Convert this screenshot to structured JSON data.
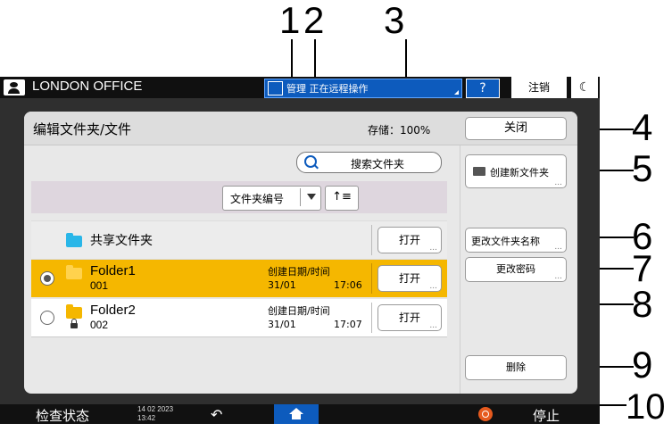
{
  "callouts": [
    "1",
    "2",
    "3",
    "4",
    "5",
    "6",
    "7",
    "8",
    "9",
    "10"
  ],
  "topbar": {
    "office_name": "LONDON OFFICE",
    "remote_status": "管理",
    "remote_operation": "正在远程操作",
    "help_label": "?",
    "logout_label": "注销",
    "moon_label": "☾"
  },
  "dialog": {
    "title": "编辑文件夹/文件",
    "storage_label": "存储：",
    "storage_value": "100%",
    "search_label": "搜索文件夹",
    "sort_label": "文件夹编号",
    "sort_order_label": "↑≡"
  },
  "side_buttons": {
    "close": "关闭",
    "create_folder": "创建新文件夹",
    "rename_folder": "更改文件夹名称",
    "change_password": "更改密码",
    "delete": "删除"
  },
  "shared_folder": {
    "name": "共享文件夹",
    "open_label": "打开"
  },
  "folders": [
    {
      "name": "Folder1",
      "number": "001",
      "meta_label": "创建日期/时间",
      "date": "31/01",
      "time": "17:06",
      "open_label": "打开",
      "selected": true,
      "locked": false
    },
    {
      "name": "Folder2",
      "number": "002",
      "meta_label": "创建日期/时间",
      "date": "31/01",
      "time": "17:07",
      "open_label": "打开",
      "selected": false,
      "locked": true
    }
  ],
  "bottombar": {
    "check_status": "检查状态",
    "date": "14 02 2023",
    "time": "13:42",
    "stop_label": "停止"
  },
  "colors": {
    "accent_blue": "#0d5bbd",
    "selected_row": "#f5b700",
    "shared_folder_icon": "#29b6e8",
    "folder_icon": "#f5b700",
    "stop_orange": "#e65a1e"
  }
}
